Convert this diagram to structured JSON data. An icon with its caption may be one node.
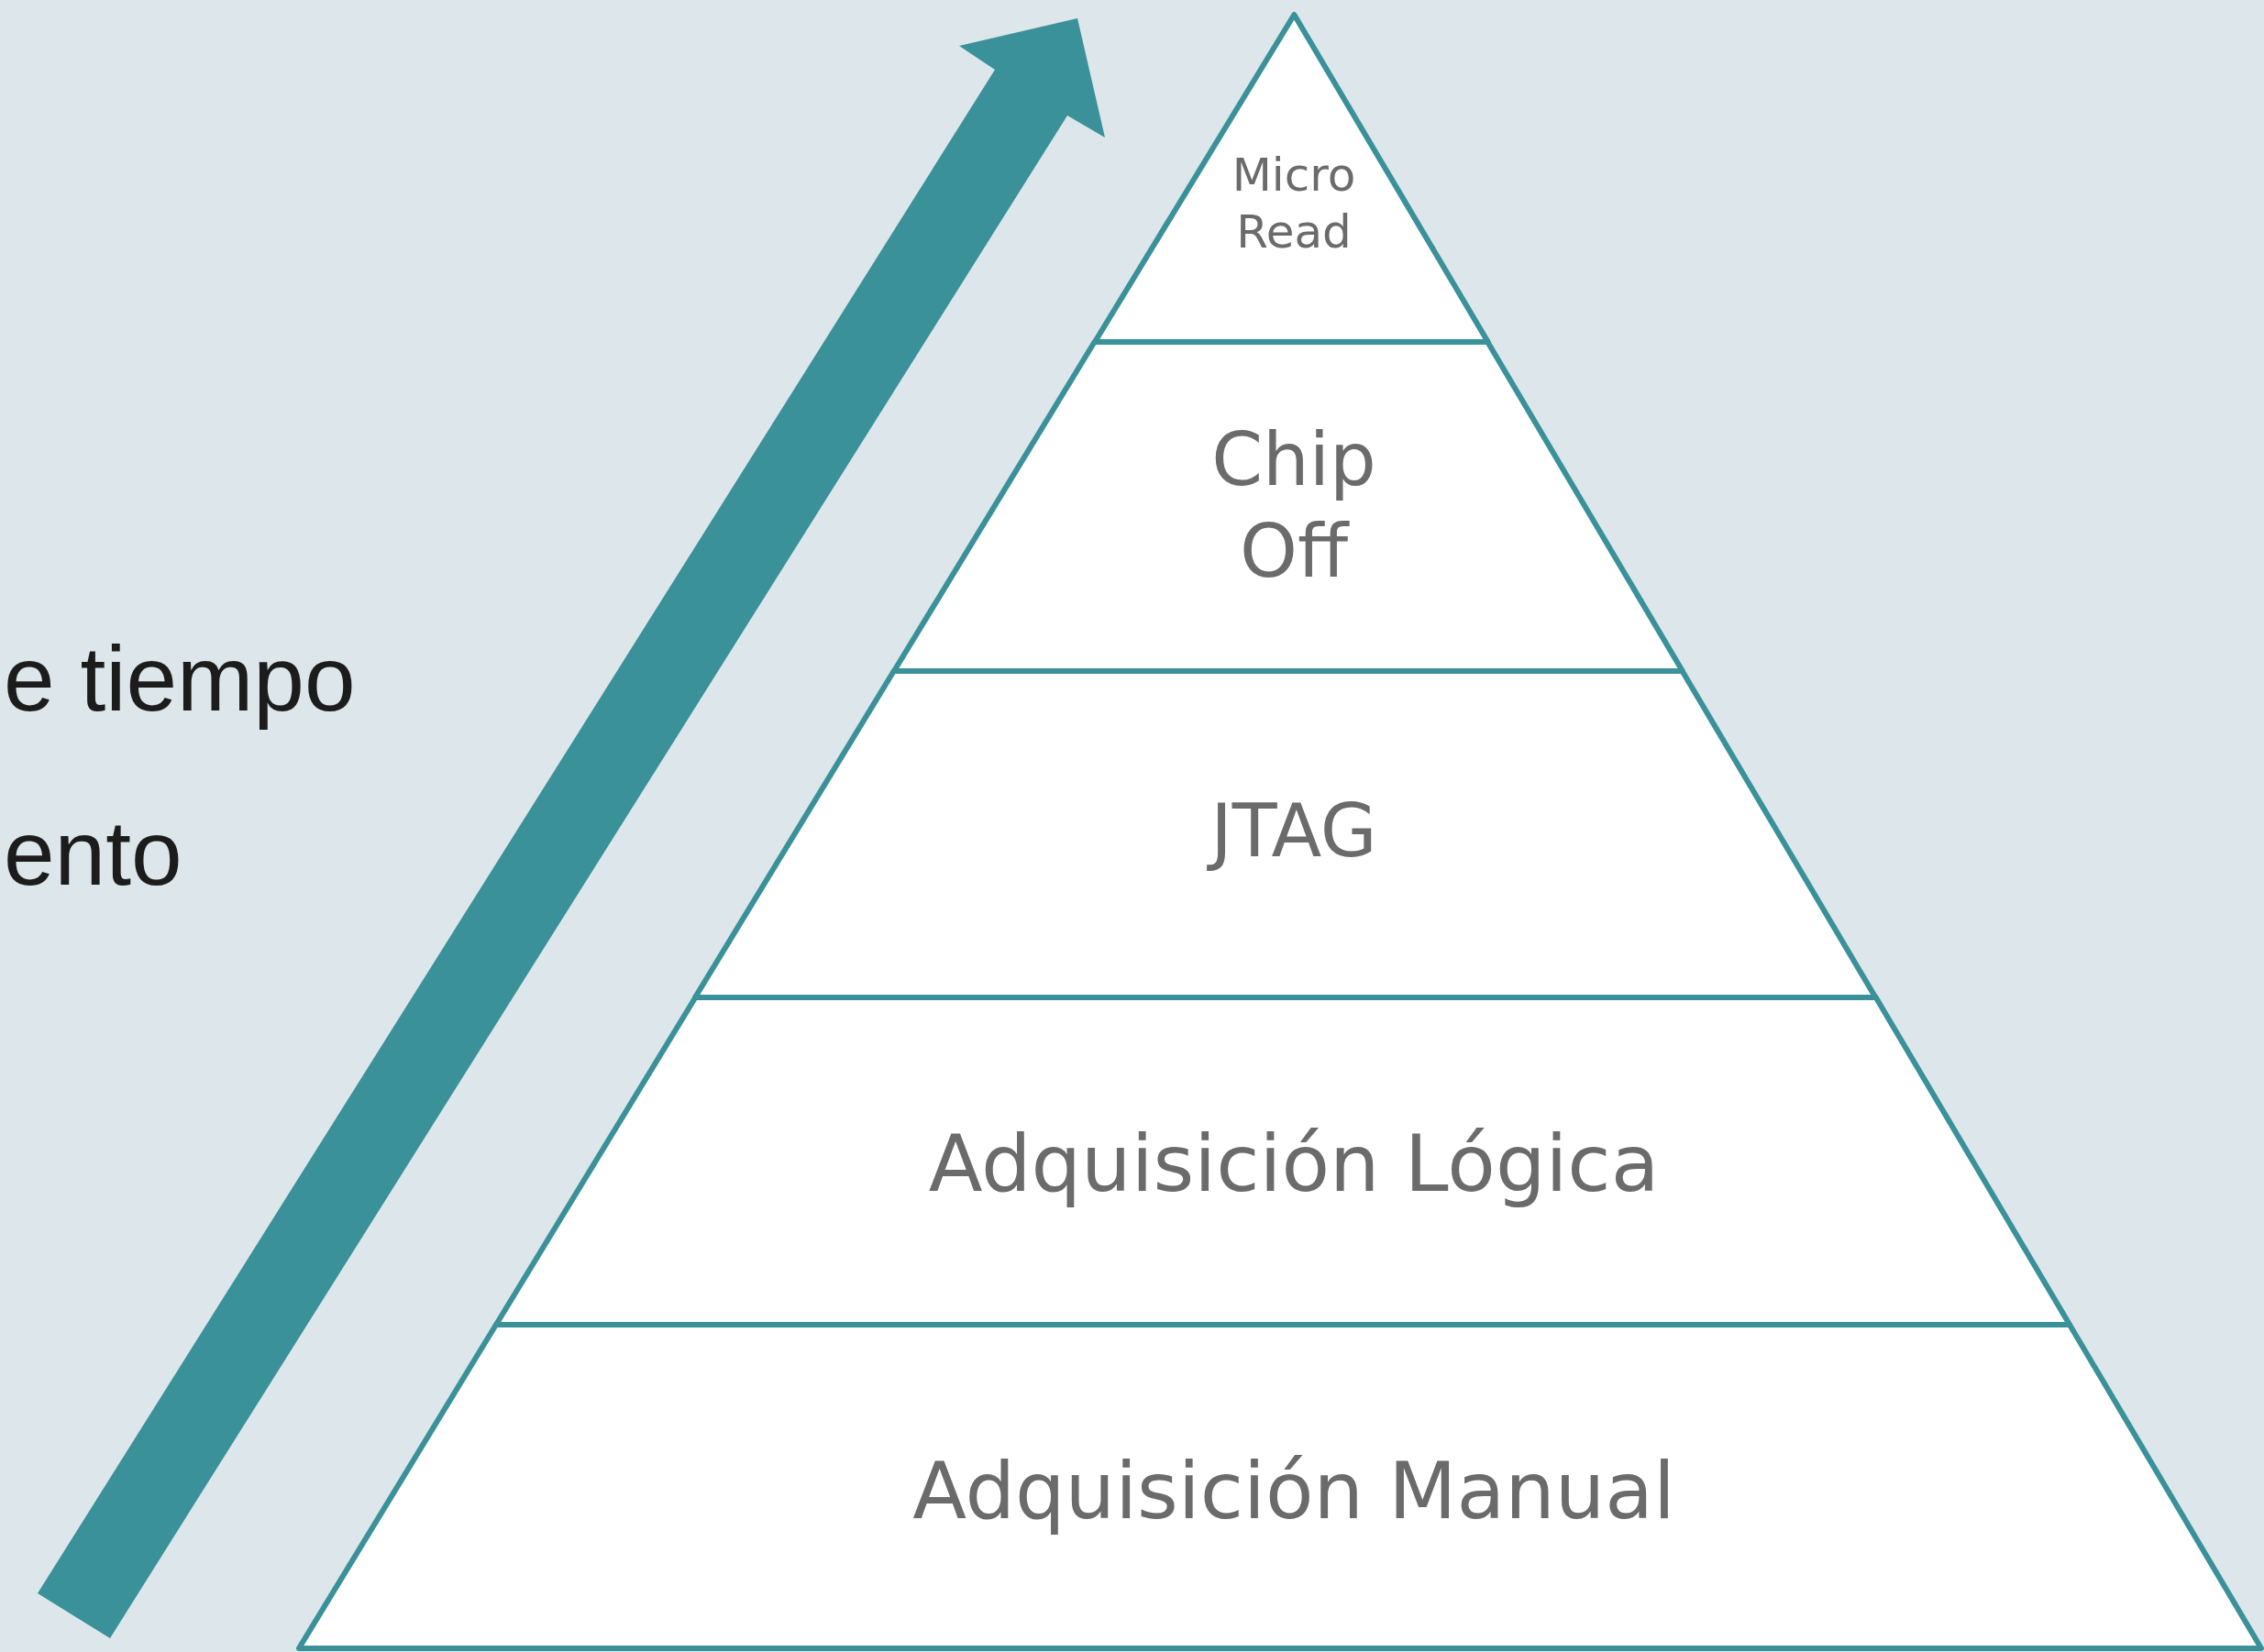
{
  "diagram": {
    "nodes": [
      {
        "text": [
          "Micro Read"
        ]
      },
      {
        "text": [
          "Chip Off"
        ]
      },
      {
        "text": [
          "JTAG"
        ]
      },
      {
        "text": [
          "Adquisición Lógica"
        ]
      },
      {
        "text": [
          "Adquisición Manual"
        ]
      }
    ],
    "labels": [
      "e tiempo",
      "ento"
    ]
  }
}
